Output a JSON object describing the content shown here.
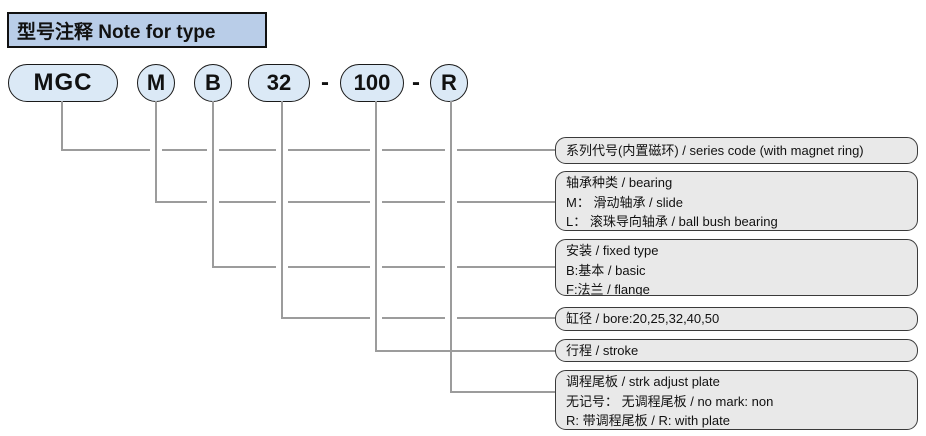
{
  "title": "型号注释 Note for type",
  "model_code": {
    "segments": [
      {
        "id": "series",
        "label": "MGC",
        "shape": "pill"
      },
      {
        "id": "bearing",
        "label": "M",
        "shape": "circle"
      },
      {
        "id": "fixed-type",
        "label": "B",
        "shape": "circle"
      },
      {
        "id": "bore",
        "label": "32",
        "shape": "pill"
      },
      {
        "id": "separator-1",
        "label": "-",
        "shape": "separator"
      },
      {
        "id": "stroke",
        "label": "100",
        "shape": "pill"
      },
      {
        "id": "separator-2",
        "label": "-",
        "shape": "separator"
      },
      {
        "id": "adjust-plate",
        "label": "R",
        "shape": "circle"
      }
    ]
  },
  "notes": [
    {
      "id": "series-code",
      "lines": [
        "系列代号(内置磁环) / series code (with magnet ring)"
      ]
    },
    {
      "id": "bearing",
      "lines": [
        "轴承种类 / bearing",
        "M： 滑动轴承 / slide",
        "L： 滚珠导向轴承 / ball bush bearing"
      ]
    },
    {
      "id": "fixed-type",
      "lines": [
        "安装 / fixed type",
        "B:基本 / basic",
        "F:法兰 / flange"
      ]
    },
    {
      "id": "bore",
      "lines": [
        "缸径 / bore:20,25,32,40,50"
      ]
    },
    {
      "id": "stroke",
      "lines": [
        "行程 / stroke"
      ]
    },
    {
      "id": "adjust-plate",
      "lines": [
        "调程尾板 / strk adjust plate",
        "无记号： 无调程尾板 / no mark: non",
        "R: 带调程尾板 / R: with plate"
      ]
    }
  ],
  "colors": {
    "title_fill": "#b9cde8",
    "bubble_fill": "#dbe9f6",
    "note_fill": "#e9e9e9",
    "connector": "#9c9c9c"
  }
}
